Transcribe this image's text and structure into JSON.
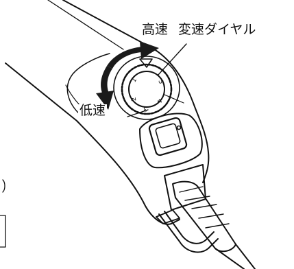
{
  "labels": {
    "high_speed": "高速",
    "speed_dial": "変速ダイヤル",
    "low_speed": "低速"
  },
  "dial": {
    "scale_numbers": [
      "1",
      "2",
      "3",
      "4",
      "5"
    ]
  },
  "colors": {
    "line": "#111111",
    "arrow": "#1a1a1a",
    "background": "#ffffff"
  }
}
